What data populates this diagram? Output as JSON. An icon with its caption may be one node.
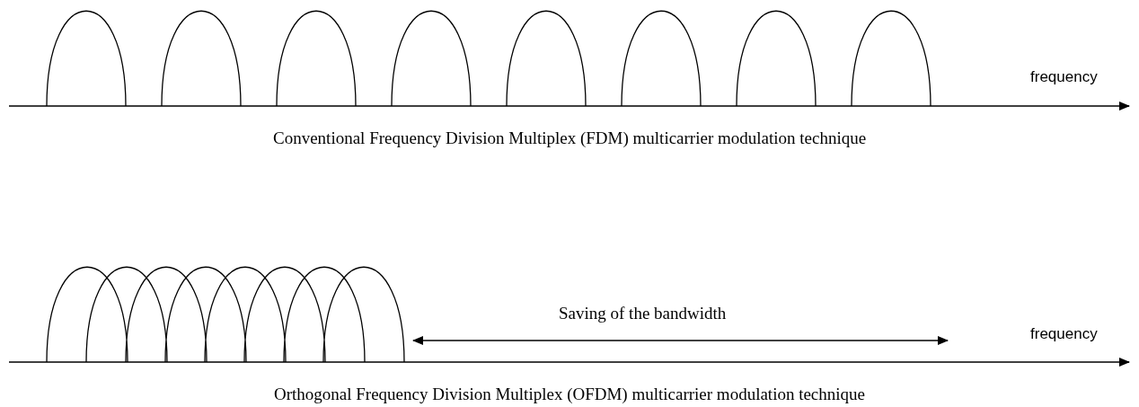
{
  "diagram": {
    "labels": [
      "frequency",
      "Conventional Frequency Division Multiplex (FDM) multicarrier modulation technique",
      "Saving of the bandwidth",
      "frequency",
      "Orthogonal Frequency Division Multiplex (OFDM) multicarrier modulation technique"
    ]
  }
}
